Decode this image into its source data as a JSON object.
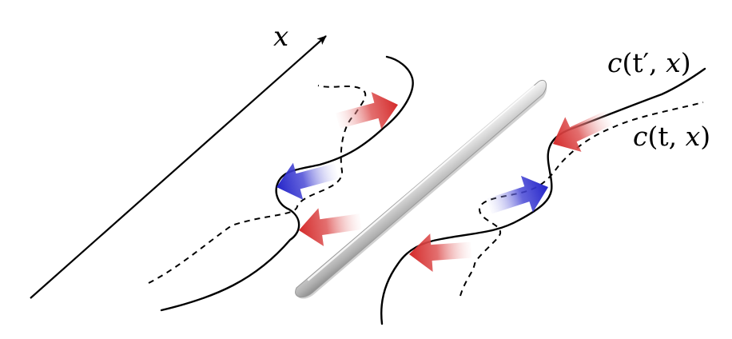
{
  "axis": {
    "label": "x"
  },
  "labels": {
    "solid_curve": {
      "func": "c",
      "args_open": "(",
      "time_arg": "t",
      "prime": "′",
      "sep": ", ",
      "space_arg": "x",
      "args_close": ")"
    },
    "dashed_curve": {
      "func": "c",
      "args_open": "(",
      "time_arg": "t",
      "sep": ", ",
      "space_arg": "x",
      "args_close": ")"
    }
  },
  "colors": {
    "line": "#000000",
    "arrow_red": "#d42a2a",
    "arrow_blue": "#2323c8",
    "rod_light": "#f2f2f2",
    "rod_mid": "#c4c4c4",
    "rod_dark": "#8a8a8a",
    "background": "#ffffff"
  }
}
